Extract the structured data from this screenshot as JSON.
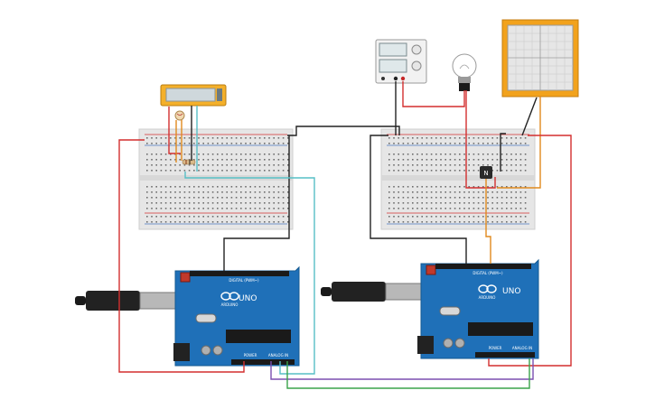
{
  "arduino_left": {
    "brand": "ARDUINO",
    "model": "UNO",
    "digital_label": "DIGITAL (PWM~)",
    "power_label": "POWER",
    "analog_label": "ANALOG IN"
  },
  "arduino_right": {
    "brand": "ARDUINO",
    "model": "UNO",
    "digital_label": "DIGITAL (PWM~)",
    "power_label": "POWER",
    "analog_label": "ANALOG IN"
  },
  "transistor": {
    "label": "N"
  },
  "wire_colors": {
    "red": "#d32f2f",
    "black": "#222222",
    "teal": "#57bfc6",
    "green": "#3aa34a",
    "purple": "#7b4fb0",
    "orange": "#e08a1e",
    "blue": "#4a78c2"
  },
  "theme": {
    "board": "#1f70b8",
    "breadboard": "#e6e6e6",
    "oscilloscope": "#f2a21c",
    "lcd": "#f4b02a"
  }
}
